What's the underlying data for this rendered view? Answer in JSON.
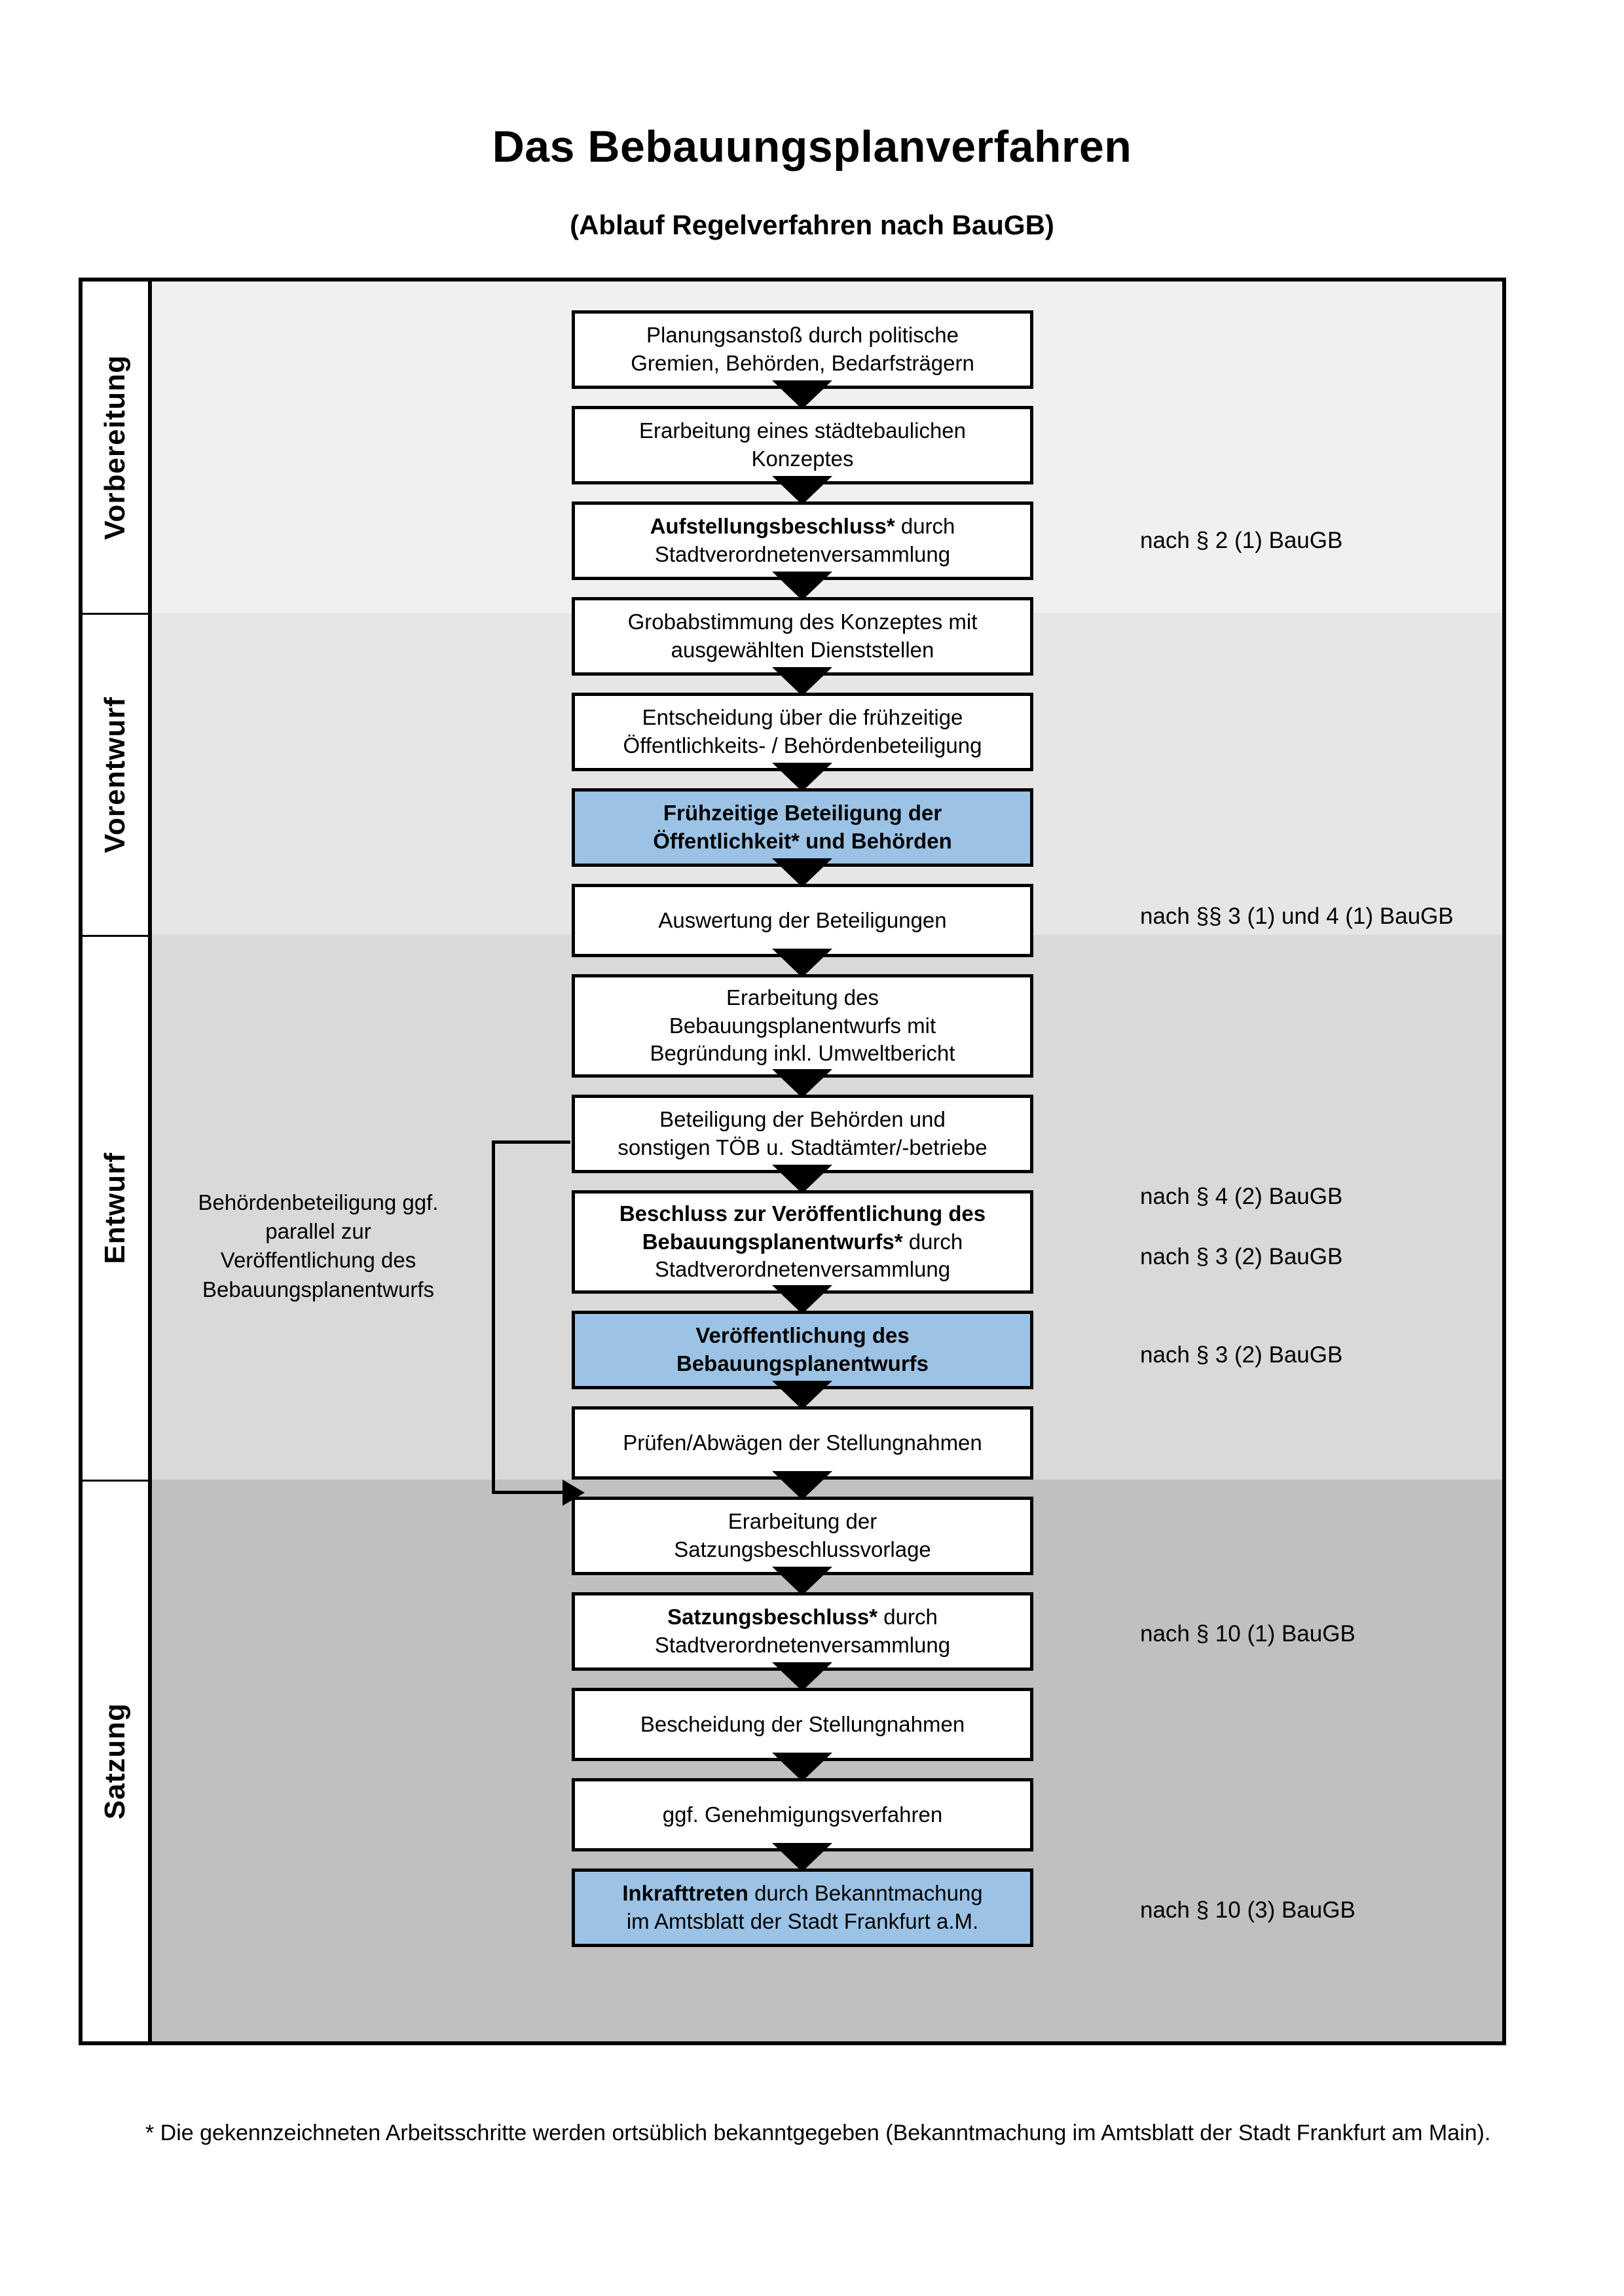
{
  "title": "Das Bebauungsplanverfahren",
  "subtitle": "(Ablauf Regelverfahren nach BauGB)",
  "stages": [
    {
      "label": "Vorbereitung"
    },
    {
      "label": "Vorentwurf"
    },
    {
      "label": "Entwurf"
    },
    {
      "label": "Satzung"
    }
  ],
  "sidenote": "Behördenbeteiligung ggf. parallel zur Veröffentlichung des Bebauungsplanentwurfs",
  "steps": [
    {
      "id": "planungsanstoss",
      "line1": "Planungsanstoß durch politische",
      "line2": "Gremien, Behörden, Bedarfsträgern",
      "bold1": "",
      "highlight": false
    },
    {
      "id": "staedtebau-konzept",
      "line1": "Erarbeitung eines städtebaulichen",
      "line2": "Konzeptes",
      "bold1": "",
      "highlight": false
    },
    {
      "id": "aufstellungsbeschluss",
      "bold1": "Aufstellungsbeschluss*",
      "rest1": " durch",
      "line2": "Stadtverordnetenversammlung",
      "highlight": false
    },
    {
      "id": "grobabstimmung",
      "line1": "Grobabstimmung des Konzeptes mit",
      "line2": "ausgewählten Dienststellen",
      "bold1": "",
      "highlight": false
    },
    {
      "id": "entscheidung-fruehzeitig",
      "line1": "Entscheidung über die frühzeitige",
      "line2": "Öffentlichkeits- / Behördenbeteiligung",
      "bold1": "",
      "highlight": false
    },
    {
      "id": "fruehzeitige-beteiligung",
      "bold1": "Frühzeitige Beteiligung der",
      "bold2": "Öffentlichkeit* und Behörden",
      "highlight": true
    },
    {
      "id": "auswertung",
      "line1": "Auswertung der Beteiligungen",
      "bold1": "",
      "highlight": false
    },
    {
      "id": "erarbeitung-entwurf",
      "line1": "Erarbeitung des",
      "line2": "Bebauungsplanentwurfs mit",
      "line3": "Begründung inkl. Umweltbericht",
      "bold1": "",
      "highlight": false
    },
    {
      "id": "beteiligung-behoerden",
      "line1": "Beteiligung der Behörden und",
      "line2": "sonstigen TÖB u. Stadtämter/-betriebe",
      "bold1": "",
      "highlight": false
    },
    {
      "id": "beschluss-veroeffentlichung",
      "bold1": "Beschluss zur Veröffentlichung des",
      "bold2": "Bebauungsplanentwurfs*",
      "rest2": " durch",
      "line3": "Stadtverordnetenversammlung",
      "highlight": false
    },
    {
      "id": "veroeffentlichung",
      "bold1": "Veröffentlichung des",
      "bold2": "Bebauungsplanentwurfs",
      "highlight": true
    },
    {
      "id": "pruefen-abwaegen",
      "line1": "Prüfen/Abwägen der Stellungnahmen",
      "bold1": "",
      "highlight": false
    },
    {
      "id": "satzungsbeschlussvorlage",
      "line1": "Erarbeitung der",
      "line2": "Satzungsbeschlussvorlage",
      "bold1": "",
      "highlight": false
    },
    {
      "id": "satzungsbeschluss",
      "bold1": "Satzungsbeschluss*",
      "rest1": " durch",
      "line2": "Stadtverordnetenversammlung",
      "highlight": false
    },
    {
      "id": "bescheidung",
      "line1": "Bescheidung der Stellungnahmen",
      "bold1": "",
      "highlight": false
    },
    {
      "id": "genehmigungsverfahren",
      "line1": "ggf. Genehmigungsverfahren",
      "bold1": "",
      "highlight": false
    },
    {
      "id": "inkrafttreten",
      "bold1": "Inkrafttreten",
      "rest1": " durch Bekanntmachung",
      "line2": "im Amtsblatt der Stadt Frankfurt a.M.",
      "highlight": true
    }
  ],
  "legal_notes": [
    {
      "id": "legal-2-1",
      "text": "nach § 2 (1) BauGB"
    },
    {
      "id": "legal-3-1-4-1",
      "text": "nach §§ 3 (1) und 4 (1) BauGB"
    },
    {
      "id": "legal-4-2",
      "text": "nach § 4 (2) BauGB"
    },
    {
      "id": "legal-3-2-a",
      "text": "nach § 3 (2) BauGB"
    },
    {
      "id": "legal-3-2-b",
      "text": "nach § 3 (2) BauGB"
    },
    {
      "id": "legal-10-1",
      "text": "nach § 10 (1) BauGB"
    },
    {
      "id": "legal-10-3",
      "text": "nach § 10 (3) BauGB"
    }
  ],
  "footnote": "* Die gekennzeichneten Arbeitsschritte werden ortsüblich bekanntgegeben (Bekanntmachung im Amtsblatt  der Stadt Frankfurt am Main).",
  "colors": {
    "highlight_blue": "#9CC3E5",
    "band_vorbereitung": "#F0F0F0",
    "band_vorentwurf": "#E6E6E6",
    "band_entwurf": "#D9D9D9",
    "band_satzung": "#C0C0C0",
    "outline": "#000000"
  }
}
